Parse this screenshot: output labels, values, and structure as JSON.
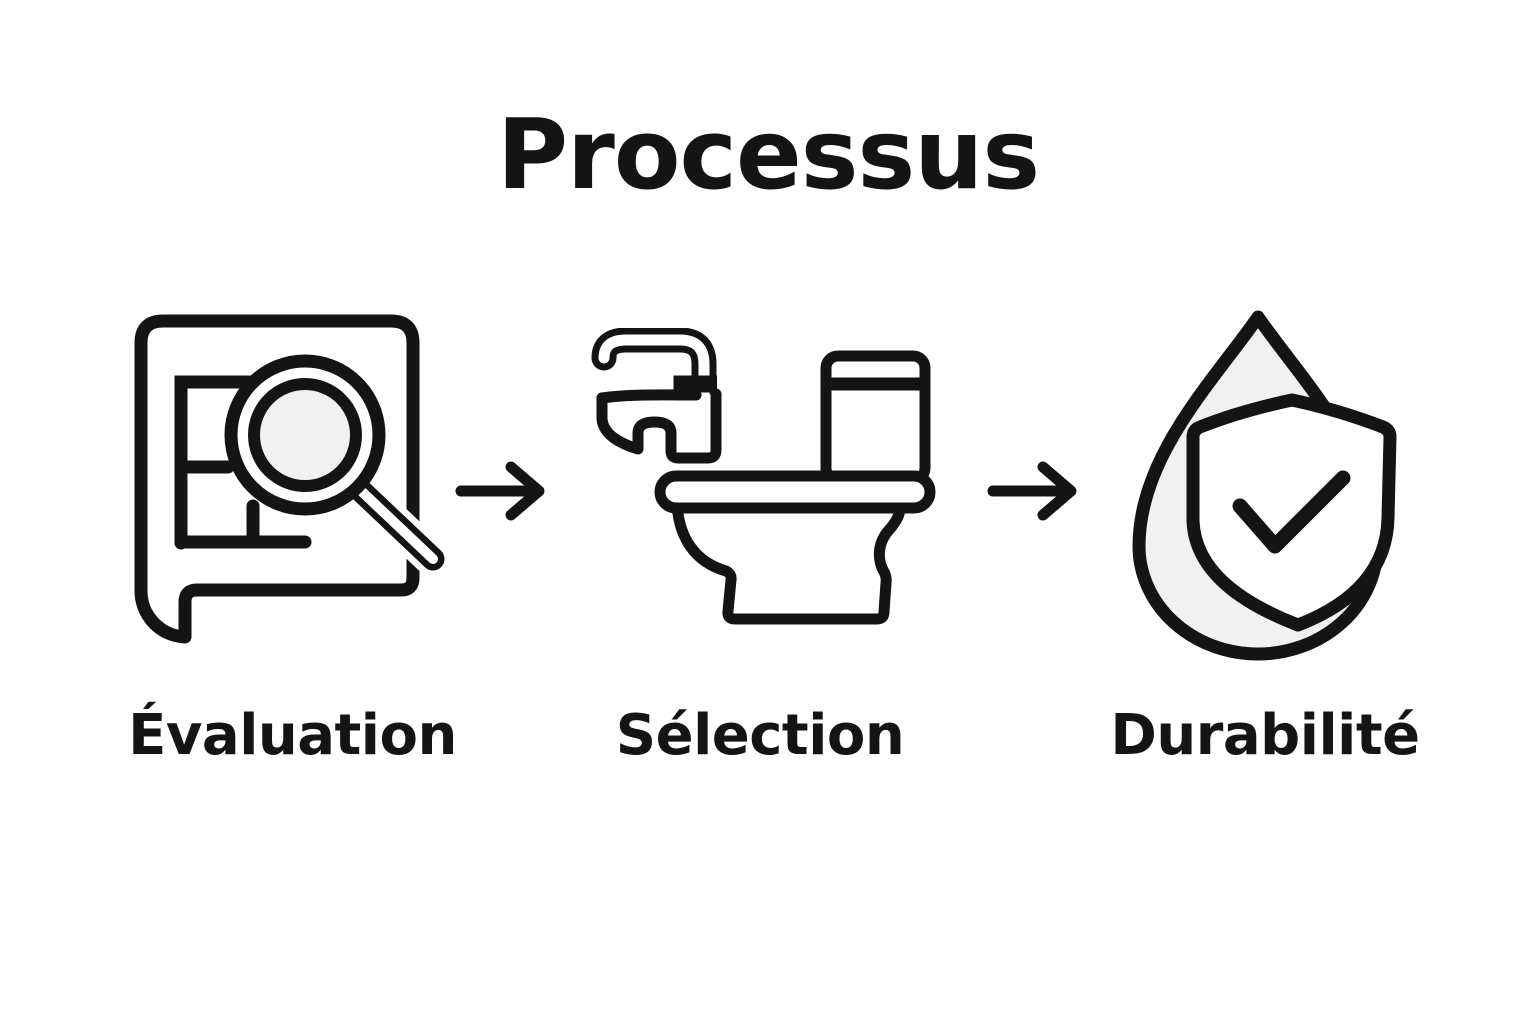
{
  "title": "Processus",
  "colors": {
    "background": "#ffffff",
    "ink": "#141414",
    "soft_fill": "#f1f1f1"
  },
  "steps": [
    {
      "id": "evaluation",
      "label": "Évaluation",
      "icon": "blueprint-magnifier-icon"
    },
    {
      "id": "selection",
      "label": "Sélection",
      "icon": "faucet-toilet-icon"
    },
    {
      "id": "durability",
      "label": "Durabilité",
      "icon": "waterdrop-shield-check-icon"
    }
  ],
  "connectors": [
    {
      "symbol": "→"
    },
    {
      "symbol": "→"
    }
  ]
}
